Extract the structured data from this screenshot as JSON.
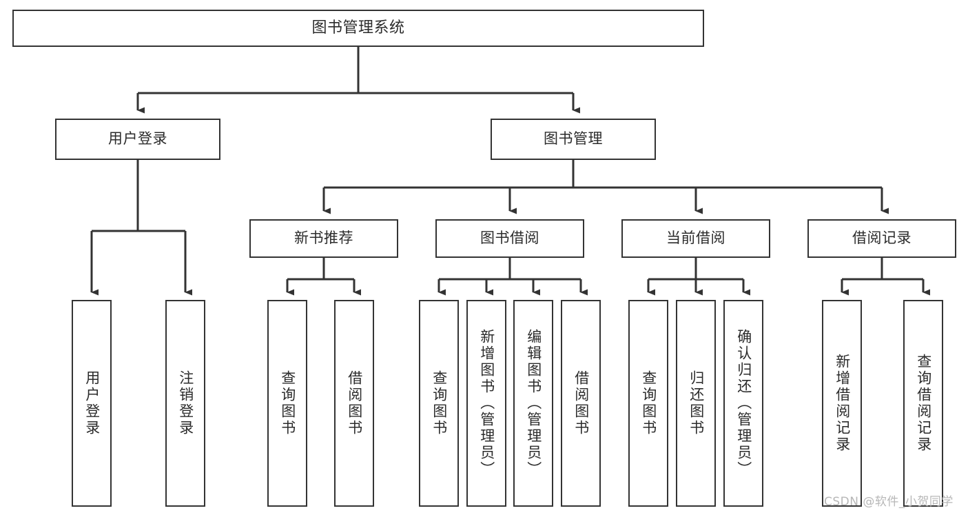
{
  "diagram": {
    "type": "tree-hierarchy-chart",
    "title": "图书管理系统",
    "line_color": "#333333",
    "box_fill": "#ffffff",
    "text_color": "#2b2b2b",
    "watermark": "CSDN @软件_小贺同学",
    "levels": {
      "level0": [
        {
          "id": "root",
          "label": "图书管理系统",
          "orientation": "horizontal"
        }
      ],
      "level1": [
        {
          "id": "user-login",
          "label": "用户登录",
          "orientation": "horizontal"
        },
        {
          "id": "book-manage",
          "label": "图书管理",
          "orientation": "horizontal"
        }
      ],
      "level2": [
        {
          "id": "new-book-recommend",
          "label": "新书推荐",
          "orientation": "horizontal"
        },
        {
          "id": "book-borrow",
          "label": "图书借阅",
          "orientation": "horizontal"
        },
        {
          "id": "current-borrow",
          "label": "当前借阅",
          "orientation": "horizontal"
        },
        {
          "id": "borrow-record",
          "label": "借阅记录",
          "orientation": "horizontal"
        }
      ],
      "leaves": [
        {
          "id": "leaf-user-login",
          "label": "用户登录",
          "parent": "user-login",
          "orientation": "vertical"
        },
        {
          "id": "leaf-logout-login",
          "label": "注销登录",
          "parent": "user-login",
          "orientation": "vertical"
        },
        {
          "id": "leaf-query-book-1",
          "label": "查询图书",
          "parent": "new-book-recommend",
          "orientation": "vertical"
        },
        {
          "id": "leaf-borrow-book-1",
          "label": "借阅图书",
          "parent": "new-book-recommend",
          "orientation": "vertical"
        },
        {
          "id": "leaf-query-book-2",
          "label": "查询图书",
          "parent": "book-borrow",
          "orientation": "vertical"
        },
        {
          "id": "leaf-add-book",
          "label": "新增图书（管理员）",
          "parent": "book-borrow",
          "orientation": "vertical"
        },
        {
          "id": "leaf-edit-book",
          "label": "编辑图书（管理员）",
          "parent": "book-borrow",
          "orientation": "vertical"
        },
        {
          "id": "leaf-borrow-book-2",
          "label": "借阅图书",
          "parent": "book-borrow",
          "orientation": "vertical"
        },
        {
          "id": "leaf-query-book-3",
          "label": "查询图书",
          "parent": "current-borrow",
          "orientation": "vertical"
        },
        {
          "id": "leaf-return-book",
          "label": "归还图书",
          "parent": "current-borrow",
          "orientation": "vertical"
        },
        {
          "id": "leaf-confirm-return",
          "label": "确认归还（管理员）",
          "parent": "current-borrow",
          "orientation": "vertical"
        },
        {
          "id": "leaf-add-record",
          "label": "新增借阅记录",
          "parent": "borrow-record",
          "orientation": "vertical"
        },
        {
          "id": "leaf-query-record",
          "label": "查询借阅记录",
          "parent": "borrow-record",
          "orientation": "vertical"
        }
      ]
    }
  }
}
